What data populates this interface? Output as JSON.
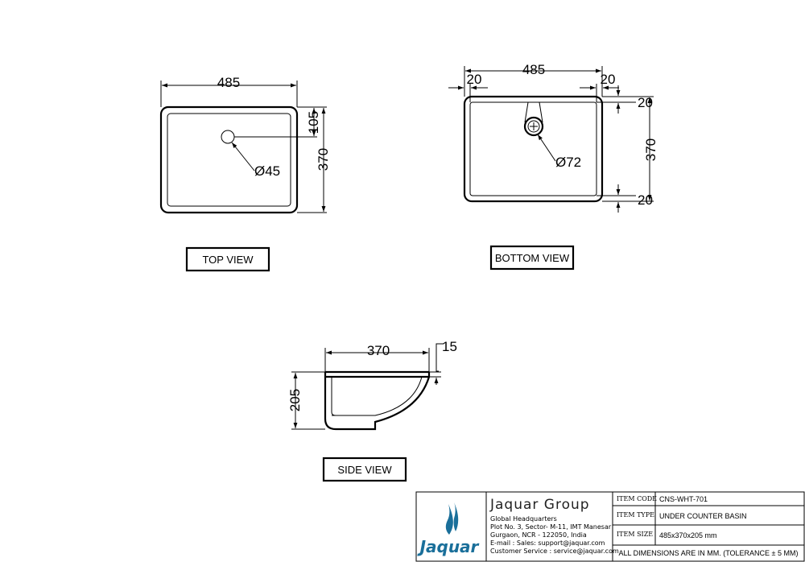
{
  "views": {
    "top": {
      "label": "TOP VIEW",
      "dim_width": "485",
      "dim_height": "370",
      "dim_hole_offset": "105",
      "dim_hole_dia": "Ø45"
    },
    "bottom": {
      "label": "BOTTOM VIEW",
      "dim_width": "485",
      "dim_left_margin": "20",
      "dim_right_margin": "20",
      "dim_top_margin": "20",
      "dim_bottom_margin": "20",
      "dim_height": "370",
      "dim_drain_dia": "Ø72"
    },
    "side": {
      "label": "SIDE VIEW",
      "dim_depth": "370",
      "dim_rim": "15",
      "dim_height": "205"
    }
  },
  "title_block": {
    "logo_text": "Jaquar",
    "company": "Jaquar Group",
    "address_lines": [
      "Global Headquarters",
      "Plot No. 3, Sector- M-11, IMT Manesar",
      "Gurgaon, NCR - 122050, India",
      "E-mail :  Sales:  support@jaquar.com",
      "Customer Service :  service@jaquar.com"
    ],
    "rows": [
      {
        "label": "ITEM CODE",
        "value": "CNS-WHT-701"
      },
      {
        "label": "ITEM TYPE",
        "value": "UNDER COUNTER BASIN"
      },
      {
        "label": "ITEM SIZE",
        "value": "485x370x205 mm"
      }
    ],
    "footer_note": "ALL DIMENSIONS ARE IN MM. (TOLERANCE ± 5 MM)",
    "brand_color": "#1a6f9a"
  }
}
